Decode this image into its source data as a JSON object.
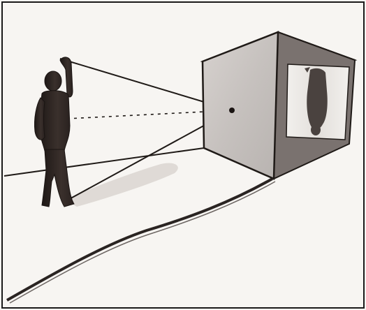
{
  "illustration": {
    "subject": "camera-obscura-diagram",
    "elements": [
      "standing-figure",
      "pinhole-box",
      "inverted-image",
      "light-rays",
      "cast-shadow"
    ],
    "colors": {
      "paper": "#f7f5f2",
      "border": "#1a1a1a",
      "ink": "#1f1a17",
      "figure": "#2a2220",
      "box_front": "#c9c4c1",
      "box_top": "#8d8683",
      "box_side": "#bdb7b3",
      "box_interior": "#7a726f",
      "screen": "#ebe8e4",
      "inverted_figure": "#4a423f",
      "shadow": "#dcd7d3"
    }
  }
}
